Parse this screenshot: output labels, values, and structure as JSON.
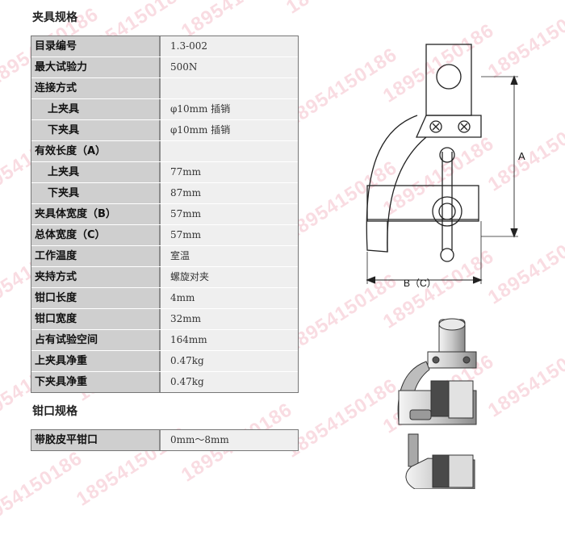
{
  "section1_title": "夹具规格",
  "specs": [
    {
      "label": "目录编号",
      "value": "1.3-002",
      "indent": false
    },
    {
      "label": "最大试验力",
      "value": "500N",
      "indent": false
    },
    {
      "label": "连接方式",
      "value": "",
      "indent": false
    },
    {
      "label": "上夹具",
      "value": "φ10mm 插销",
      "indent": true
    },
    {
      "label": "下夹具",
      "value": "φ10mm 插销",
      "indent": true
    },
    {
      "label": "有效长度（A）",
      "value": "",
      "indent": false
    },
    {
      "label": "上夹具",
      "value": "77mm",
      "indent": true
    },
    {
      "label": "下夹具",
      "value": "87mm",
      "indent": true
    },
    {
      "label": "夹具体宽度（B）",
      "value": "57mm",
      "indent": false
    },
    {
      "label": "总体宽度（C）",
      "value": "57mm",
      "indent": false
    },
    {
      "label": "工作温度",
      "value": "室温",
      "indent": false
    },
    {
      "label": "夹持方式",
      "value": "螺旋对夹",
      "indent": false
    },
    {
      "label": "钳口长度",
      "value": "4mm",
      "indent": false
    },
    {
      "label": "钳口宽度",
      "value": "32mm",
      "indent": false
    },
    {
      "label": "占有试验空间",
      "value": "164mm",
      "indent": false
    },
    {
      "label": "上夹具净重",
      "value": "0.47kg",
      "indent": false
    },
    {
      "label": "下夹具净重",
      "value": "0.47kg",
      "indent": false
    }
  ],
  "section2_title": "钳口规格",
  "jaw_specs": [
    {
      "label": "带胶皮平钳口",
      "value": "0mm～8mm",
      "indent": false
    }
  ],
  "diagram": {
    "dim_a_label": "A",
    "dim_bc_label": "B（C）"
  },
  "watermark_text": "18954150186"
}
